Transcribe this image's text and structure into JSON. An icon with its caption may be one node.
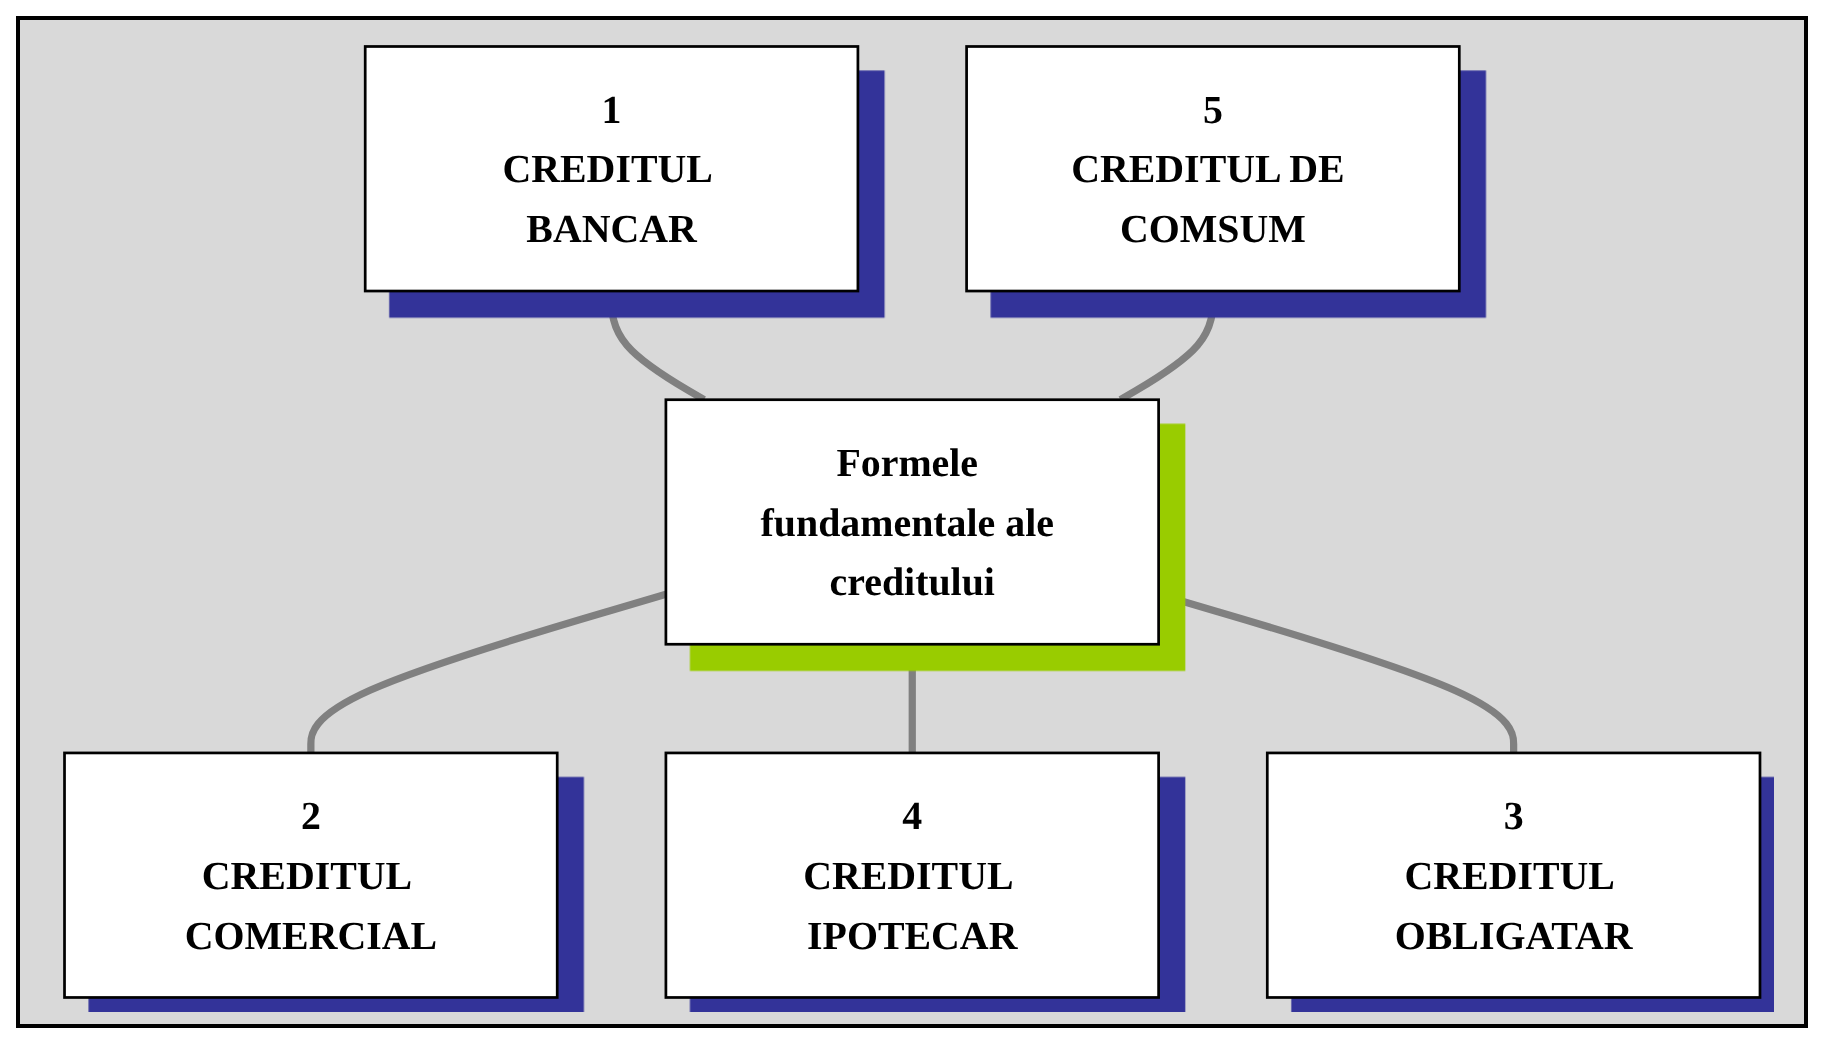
{
  "diagram": {
    "nodes": [
      {
        "text": [
          "1",
          "CREDITUL BANCAR"
        ]
      },
      {
        "text": [
          "5",
          "CREDITUL DE COMSUM"
        ]
      },
      {
        "text": [
          "Formele fundamentale ale creditului"
        ]
      },
      {
        "text": [
          "2",
          "CREDITUL COMERCIAL"
        ]
      },
      {
        "text": [
          "4",
          "CREDITUL IPOTECAR"
        ]
      },
      {
        "text": [
          "3",
          "CREDITUL OBLIGATAR"
        ]
      }
    ],
    "edges": [
      {
        "from": 0,
        "to": 2,
        "arrow": "none"
      },
      {
        "from": 1,
        "to": 2,
        "arrow": "none"
      },
      {
        "from": 2,
        "to": 3,
        "arrow": "none"
      },
      {
        "from": 2,
        "to": 4,
        "arrow": "none"
      },
      {
        "from": 2,
        "to": 5,
        "arrow": "none"
      }
    ]
  }
}
